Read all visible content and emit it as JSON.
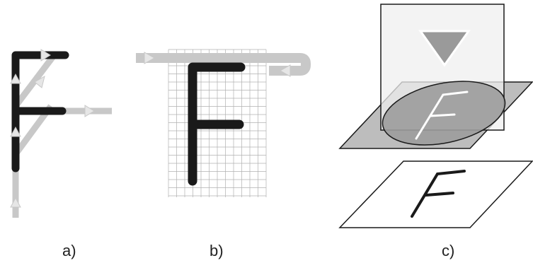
{
  "panels": {
    "a": {
      "label": "a)"
    },
    "b": {
      "label": "b)"
    },
    "c": {
      "label": "c)"
    }
  },
  "letter": "F",
  "colors": {
    "stroke": "#1a1a1a",
    "path_gray": "#c8c8c8",
    "arrow_fill": "#e0e0e0",
    "grid": "#b0b0b0",
    "plane_gray": "#bdbdbd",
    "ellipse_gray": "#9c9c9c",
    "screen": "#eeeeee",
    "triangle": "#9a9a9a"
  }
}
